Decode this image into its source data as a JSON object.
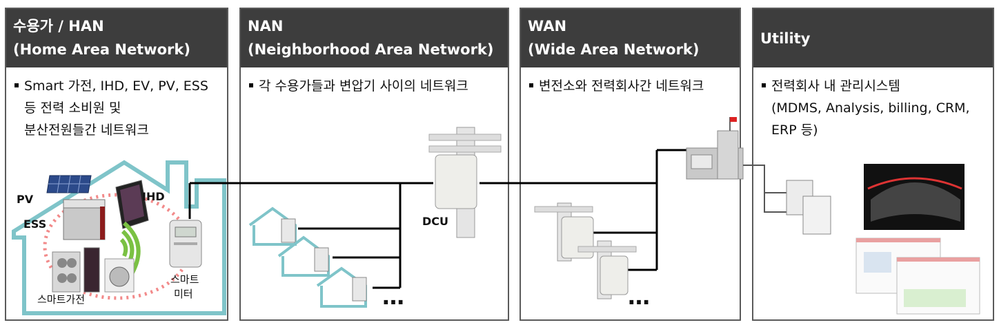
{
  "panels": {
    "han": {
      "title_line1": "수용가 / HAN",
      "title_line2": "(Home Area Network)",
      "desc_line1": "Smart 가전, IHD, EV, PV, ESS",
      "desc_line2": "등 전력 소비원 및",
      "desc_line3": "분산전원들간 네트워크",
      "labels": {
        "pv": "PV",
        "ess": "ESS",
        "ihd": "IHD",
        "appliances": "스마트가전",
        "meter_line1": "스마트",
        "meter_line2": "미터"
      }
    },
    "nan": {
      "title_line1": "NAN",
      "title_line2": "(Neighborhood Area Network)",
      "desc_line1": "각 수용가들과 변압기 사이의 네트워크",
      "labels": {
        "dcu": "DCU",
        "ellipsis": "…"
      }
    },
    "wan": {
      "title_line1": "WAN",
      "title_line2": "(Wide Area Network)",
      "desc_line1": "변전소와 전력회사간 네트워크",
      "labels": {
        "ellipsis": "…"
      }
    },
    "utility": {
      "title": "Utility",
      "desc_line1": "전력회사 내 관리시스템",
      "desc_line2": "(MDMS, Analysis, billing, CRM,",
      "desc_line3": "ERP 등)"
    }
  },
  "colors": {
    "header_bg": "#3d3d3d",
    "border": "#5a5a5a",
    "house_outline": "#7fc4c9",
    "dotted_circle": "#f28a8a",
    "wifi": "#7ac143"
  }
}
